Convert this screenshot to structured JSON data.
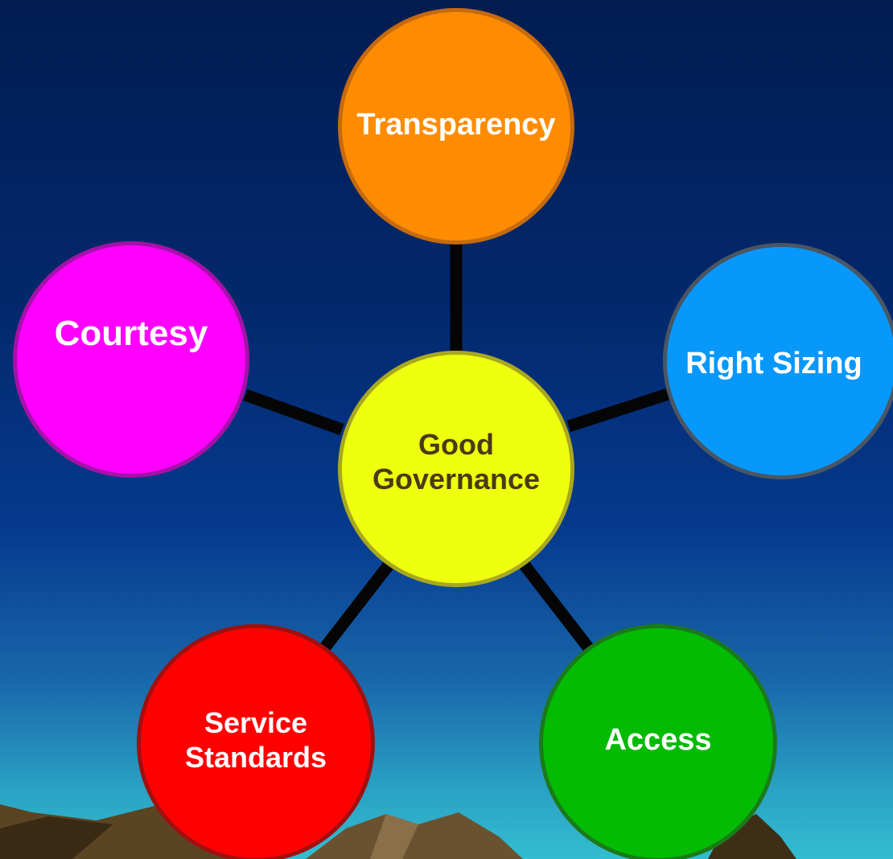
{
  "diagram": {
    "center": {
      "label": "Good\nGovernance",
      "fill": "#f0ff0e",
      "text_color": "#4a3a14"
    },
    "nodes": [
      {
        "id": "transparency",
        "label": "Transparency",
        "fill": "#ff8c00",
        "text_color": "#ffffff"
      },
      {
        "id": "courtesy",
        "label": "Courtesy",
        "fill": "#ff00ff",
        "text_color": "#ffffff"
      },
      {
        "id": "right_sizing",
        "label": "Right Sizing",
        "fill": "#0898fb",
        "text_color": "#ffffff"
      },
      {
        "id": "service_standards",
        "label": "Service\nStandards",
        "fill": "#ff0000",
        "text_color": "#ffffff"
      },
      {
        "id": "access",
        "label": "Access",
        "fill": "#02bb02",
        "text_color": "#ffffff"
      }
    ],
    "connector_color": "#050505"
  }
}
